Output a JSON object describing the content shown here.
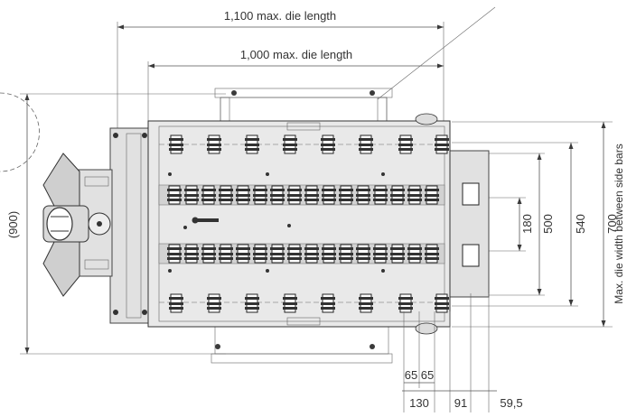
{
  "labels": {
    "max_die_length_1100": "1,100 max. die length",
    "max_die_length_1000": "1,000 max. die length",
    "height_900": "(900)",
    "side_bar_width": "Max. die width between side bars",
    "dim_180": "180",
    "dim_500": "500",
    "dim_540": "540",
    "dim_700": "700",
    "dim_65a": "65",
    "dim_65b": "65",
    "dim_130": "130",
    "dim_91": "91",
    "dim_59_5": "59,5"
  }
}
